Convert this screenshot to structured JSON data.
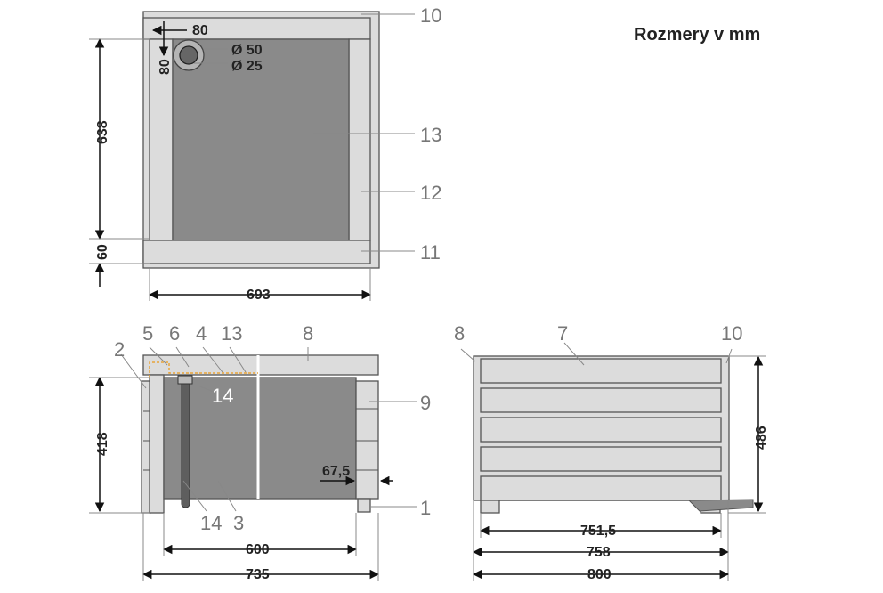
{
  "title": "Rozmery v mm",
  "top_view": {
    "dims": {
      "w80": "80",
      "h80": "80",
      "d50": "Ø 50",
      "d25": "Ø 25",
      "h638": "638",
      "h60": "60",
      "w693": "693"
    },
    "parts": {
      "p10": "10",
      "p13": "13",
      "p12": "12",
      "p11": "11"
    }
  },
  "side_view": {
    "dims": {
      "h418": "418",
      "d675": "67,5",
      "w600": "600",
      "w735": "735"
    },
    "parts": {
      "p2": "2",
      "p5": "5",
      "p6": "6",
      "p4": "4",
      "p13": "13",
      "p8": "8",
      "p14a": "14",
      "p9": "9",
      "p1": "1",
      "p14b": "14",
      "p3": "3"
    }
  },
  "front_view": {
    "dims": {
      "h486": "486",
      "w7515": "751,5",
      "w758": "758",
      "w800": "800"
    },
    "parts": {
      "p8": "8",
      "p7": "7",
      "p10": "10"
    }
  },
  "colors": {
    "wood": "#dcdcdc",
    "liner": "#8a8a8a",
    "leader": "#888888",
    "dimension": "#111111",
    "insulation": "#e8a33a"
  }
}
